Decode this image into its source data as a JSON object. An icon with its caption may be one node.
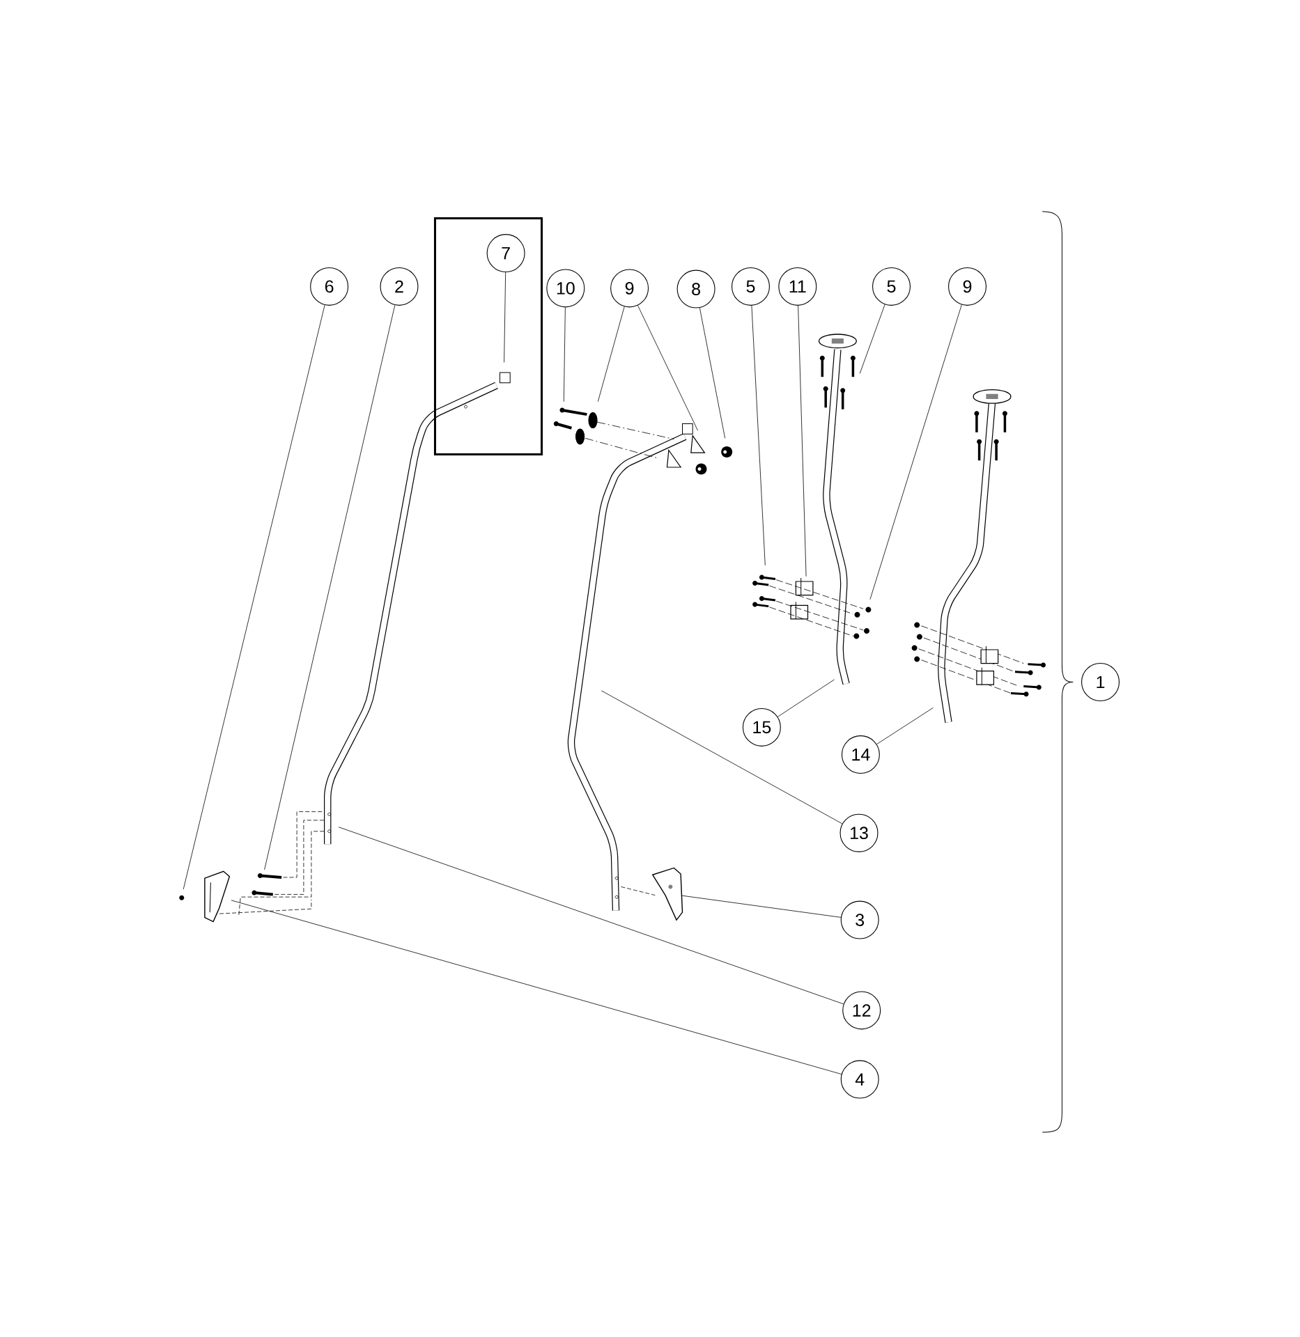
{
  "diagram": {
    "nodes": [
      {
        "text": [],
        "shape": "box"
      },
      {
        "text": [
          "7"
        ],
        "in": 0
      },
      {
        "text": [
          "6"
        ]
      },
      {
        "text": [
          "2"
        ]
      },
      {
        "text": [
          "10"
        ]
      },
      {
        "text": [
          "9"
        ]
      },
      {
        "text": [
          "8"
        ]
      },
      {
        "text": [
          "5"
        ]
      },
      {
        "text": [
          "11"
        ]
      },
      {
        "text": [
          "5"
        ]
      },
      {
        "text": [
          "9"
        ]
      },
      {
        "text": [
          "1"
        ]
      },
      {
        "text": [
          "15"
        ]
      },
      {
        "text": [
          "14"
        ]
      },
      {
        "text": [
          "13"
        ]
      },
      {
        "text": [
          "3"
        ]
      },
      {
        "text": [
          "12"
        ]
      },
      {
        "text": [
          "4"
        ]
      },
      {
        "text": [],
        "shape": "picture"
      },
      {
        "text": [],
        "shape": "picture"
      }
    ],
    "edges": [
      {
        "from": 1,
        "to": null,
        "arrow": "none"
      },
      {
        "from": 2,
        "to": null,
        "arrow": "none"
      },
      {
        "from": 3,
        "to": null,
        "arrow": "none"
      },
      {
        "from": 4,
        "to": null,
        "arrow": "none"
      },
      {
        "from": 5,
        "to": null,
        "arrow": "none"
      },
      {
        "from": 5,
        "to": null,
        "arrow": "none"
      },
      {
        "from": 6,
        "to": null,
        "arrow": "none"
      },
      {
        "from": 7,
        "to": null,
        "arrow": "none"
      },
      {
        "from": 8,
        "to": null,
        "arrow": "none"
      },
      {
        "from": 9,
        "to": null,
        "arrow": "none"
      },
      {
        "from": 10,
        "to": null,
        "arrow": "none"
      },
      {
        "from": 12,
        "to": null,
        "arrow": "none"
      },
      {
        "from": 13,
        "to": null,
        "arrow": "none"
      },
      {
        "from": 14,
        "to": null,
        "arrow": "none"
      },
      {
        "from": 15,
        "to": 19,
        "arrow": "none"
      },
      {
        "from": 16,
        "to": null,
        "arrow": "none"
      },
      {
        "from": 17,
        "to": 18,
        "arrow": "none"
      }
    ]
  }
}
